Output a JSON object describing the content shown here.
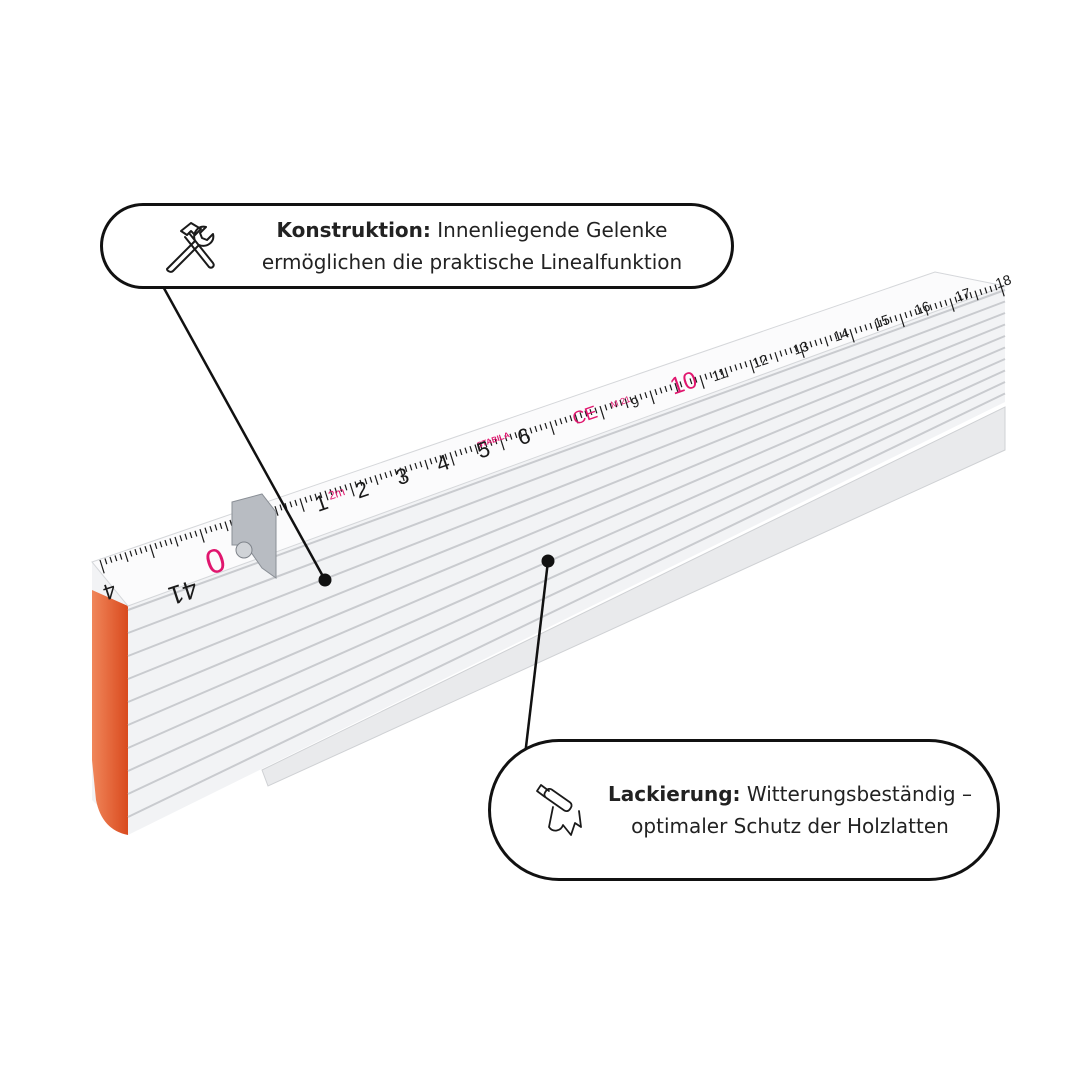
{
  "ruler": {
    "brand": "STABILA",
    "marks": [
      "1",
      "2",
      "3",
      "4",
      "5",
      "6",
      "9",
      "10",
      "11",
      "12",
      "13",
      "14",
      "15",
      "16",
      "17",
      "18"
    ],
    "labels": {
      "zero": "0",
      "length": "2m",
      "ce": "CE",
      "cert": "M 21",
      "end_top": "41",
      "end_bottom": "4"
    },
    "colors": {
      "body": "#f2f3f5",
      "edge": "#d5d7da",
      "scale_red": "#e0166e",
      "wood": "#e2552d"
    }
  },
  "callouts": [
    {
      "icon": "tools-icon",
      "title": "Konstruktion:",
      "text_line1": " Innenliegende Gelenke",
      "text_line2": "ermöglichen die praktische Linealfunktion"
    },
    {
      "icon": "paint-roller-icon",
      "title": "Lackierung:",
      "text_line1": " Witterungsbeständig –",
      "text_line2": "optimaler Schutz der Holzlatten"
    }
  ]
}
